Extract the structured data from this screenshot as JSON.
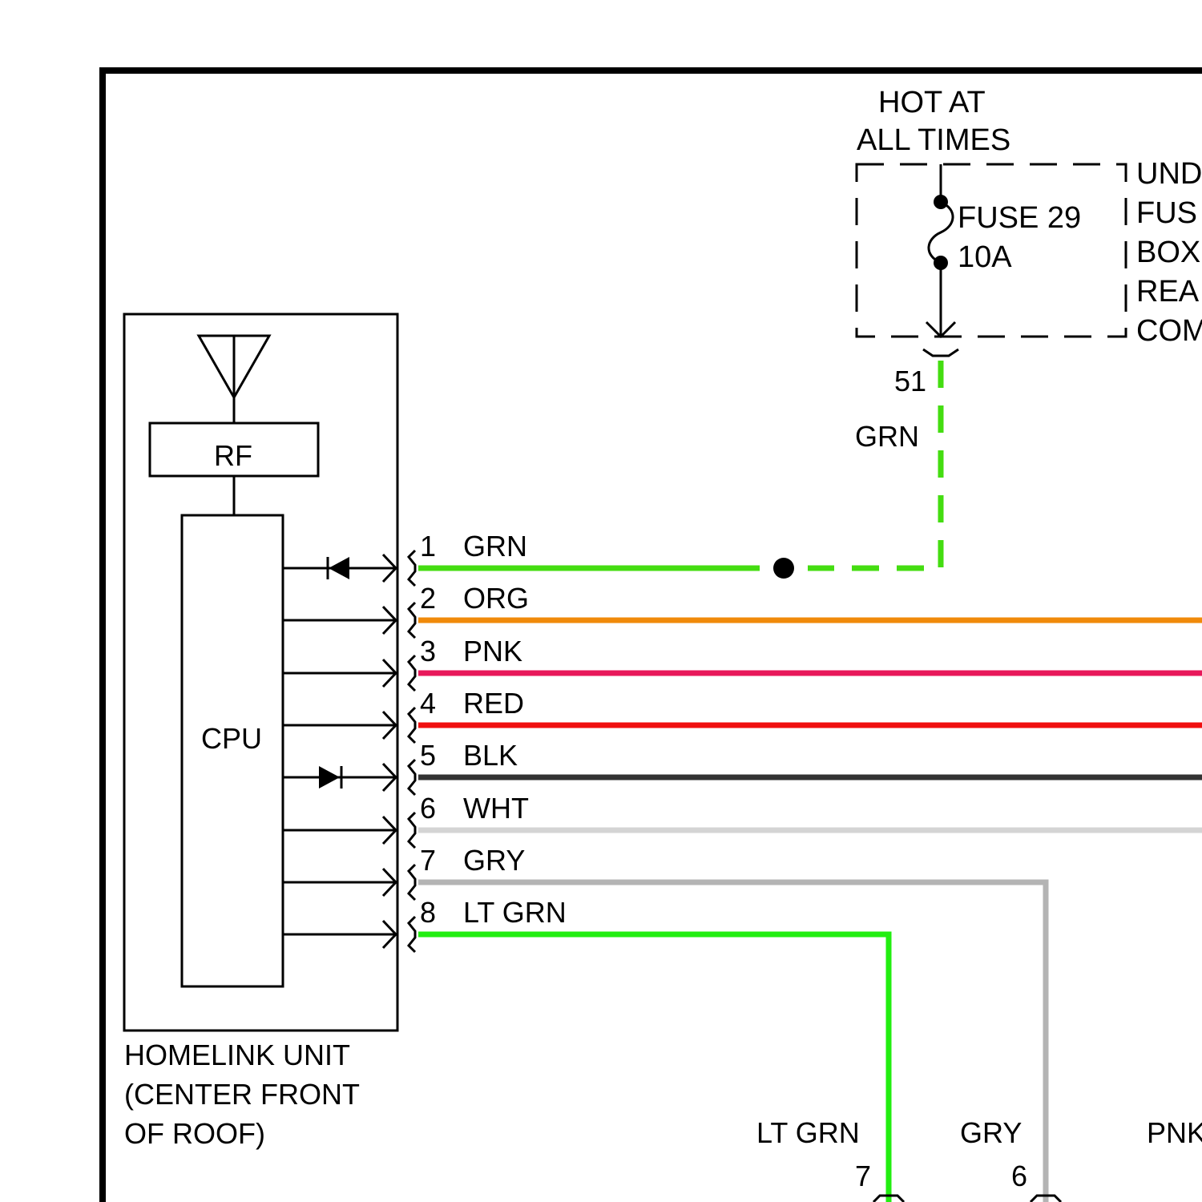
{
  "fuse_box": {
    "hot_line1": "HOT AT",
    "hot_line2": "ALL TIMES",
    "fuse_name": "FUSE 29",
    "fuse_rating": "10A",
    "side_label_lines": [
      "UND",
      "FUS",
      "BOX",
      "REA",
      "COM"
    ],
    "terminal_number": "51",
    "feed_wire_color": "GRN"
  },
  "homelink_unit": {
    "rf_label": "RF",
    "cpu_label": "CPU",
    "caption_lines": [
      "HOMELINK UNIT",
      "(CENTER FRONT",
      "OF ROOF)"
    ]
  },
  "pins": [
    {
      "num": "1",
      "color_name": "GRN",
      "hex": "#44dd11"
    },
    {
      "num": "2",
      "color_name": "ORG",
      "hex": "#f08a0a"
    },
    {
      "num": "3",
      "color_name": "PNK",
      "hex": "#e8185a"
    },
    {
      "num": "4",
      "color_name": "RED",
      "hex": "#f01010"
    },
    {
      "num": "5",
      "color_name": "BLK",
      "hex": "#333333"
    },
    {
      "num": "6",
      "color_name": "WHT",
      "hex": "#d4d4d4"
    },
    {
      "num": "7",
      "color_name": "GRY",
      "hex": "#b4b4b4"
    },
    {
      "num": "8",
      "color_name": "LT GRN",
      "hex": "#22ee11"
    }
  ],
  "bottom_connectors": [
    {
      "wire": "LT GRN",
      "pin": "7"
    },
    {
      "wire": "GRY",
      "pin": "6"
    },
    {
      "wire": "PNK",
      "pin": ""
    }
  ]
}
